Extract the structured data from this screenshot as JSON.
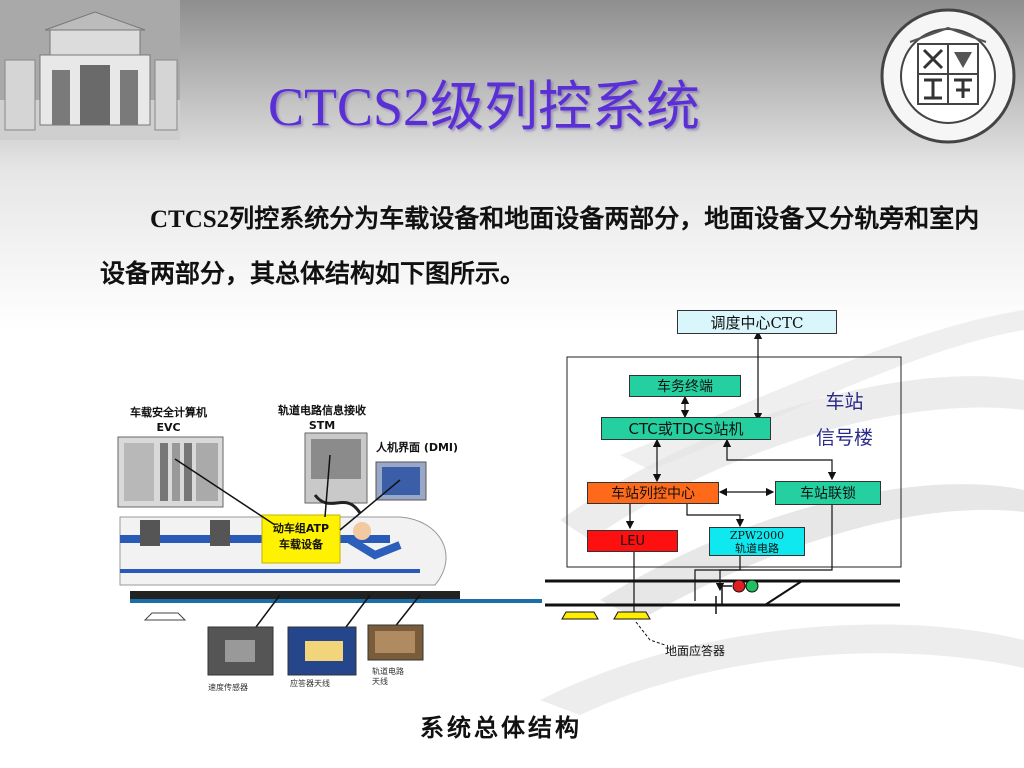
{
  "slide": {
    "title": "CTCS2级列控系统",
    "intro": {
      "lead": "CTCS2",
      "text": "列控系统分为车载设备和地面设备两部分，地面设备又分轨旁和室内设备两部分，其总体结构如下图所示。"
    },
    "caption": "系统总体结构"
  },
  "left_figure": {
    "labels": {
      "evc": "车载安全计算机\nEVC",
      "stm": "轨道电路信息接收\nSTM",
      "dmi": "人机界面 (DMI)",
      "atp": "动车组ATP\n车载设备",
      "speed_sensor": "速度传感器",
      "balise_antenna": "应答器天线",
      "track_antenna": "轨道电路\n天线"
    }
  },
  "right_figure": {
    "boxes": {
      "ctc": "调度中心CTC",
      "terminal": "车务终端",
      "station_machine": "CTC或TDCS站机",
      "tcc": "车站列控中心",
      "interlocking": "车站联锁",
      "leu": "LEU",
      "zpw": "ZPW2000\n轨道电路"
    },
    "building_label": "车站\n信号楼",
    "balise_label": "地面应答器"
  },
  "colors": {
    "title": "#5b2fd6",
    "box_green": "#25d0a0",
    "box_orange": "#ff6a1a",
    "box_red": "#ff1010",
    "box_cyan": "#10e8f0",
    "box_lightcyan": "#d8f6fb",
    "balise": "#ffee00"
  }
}
